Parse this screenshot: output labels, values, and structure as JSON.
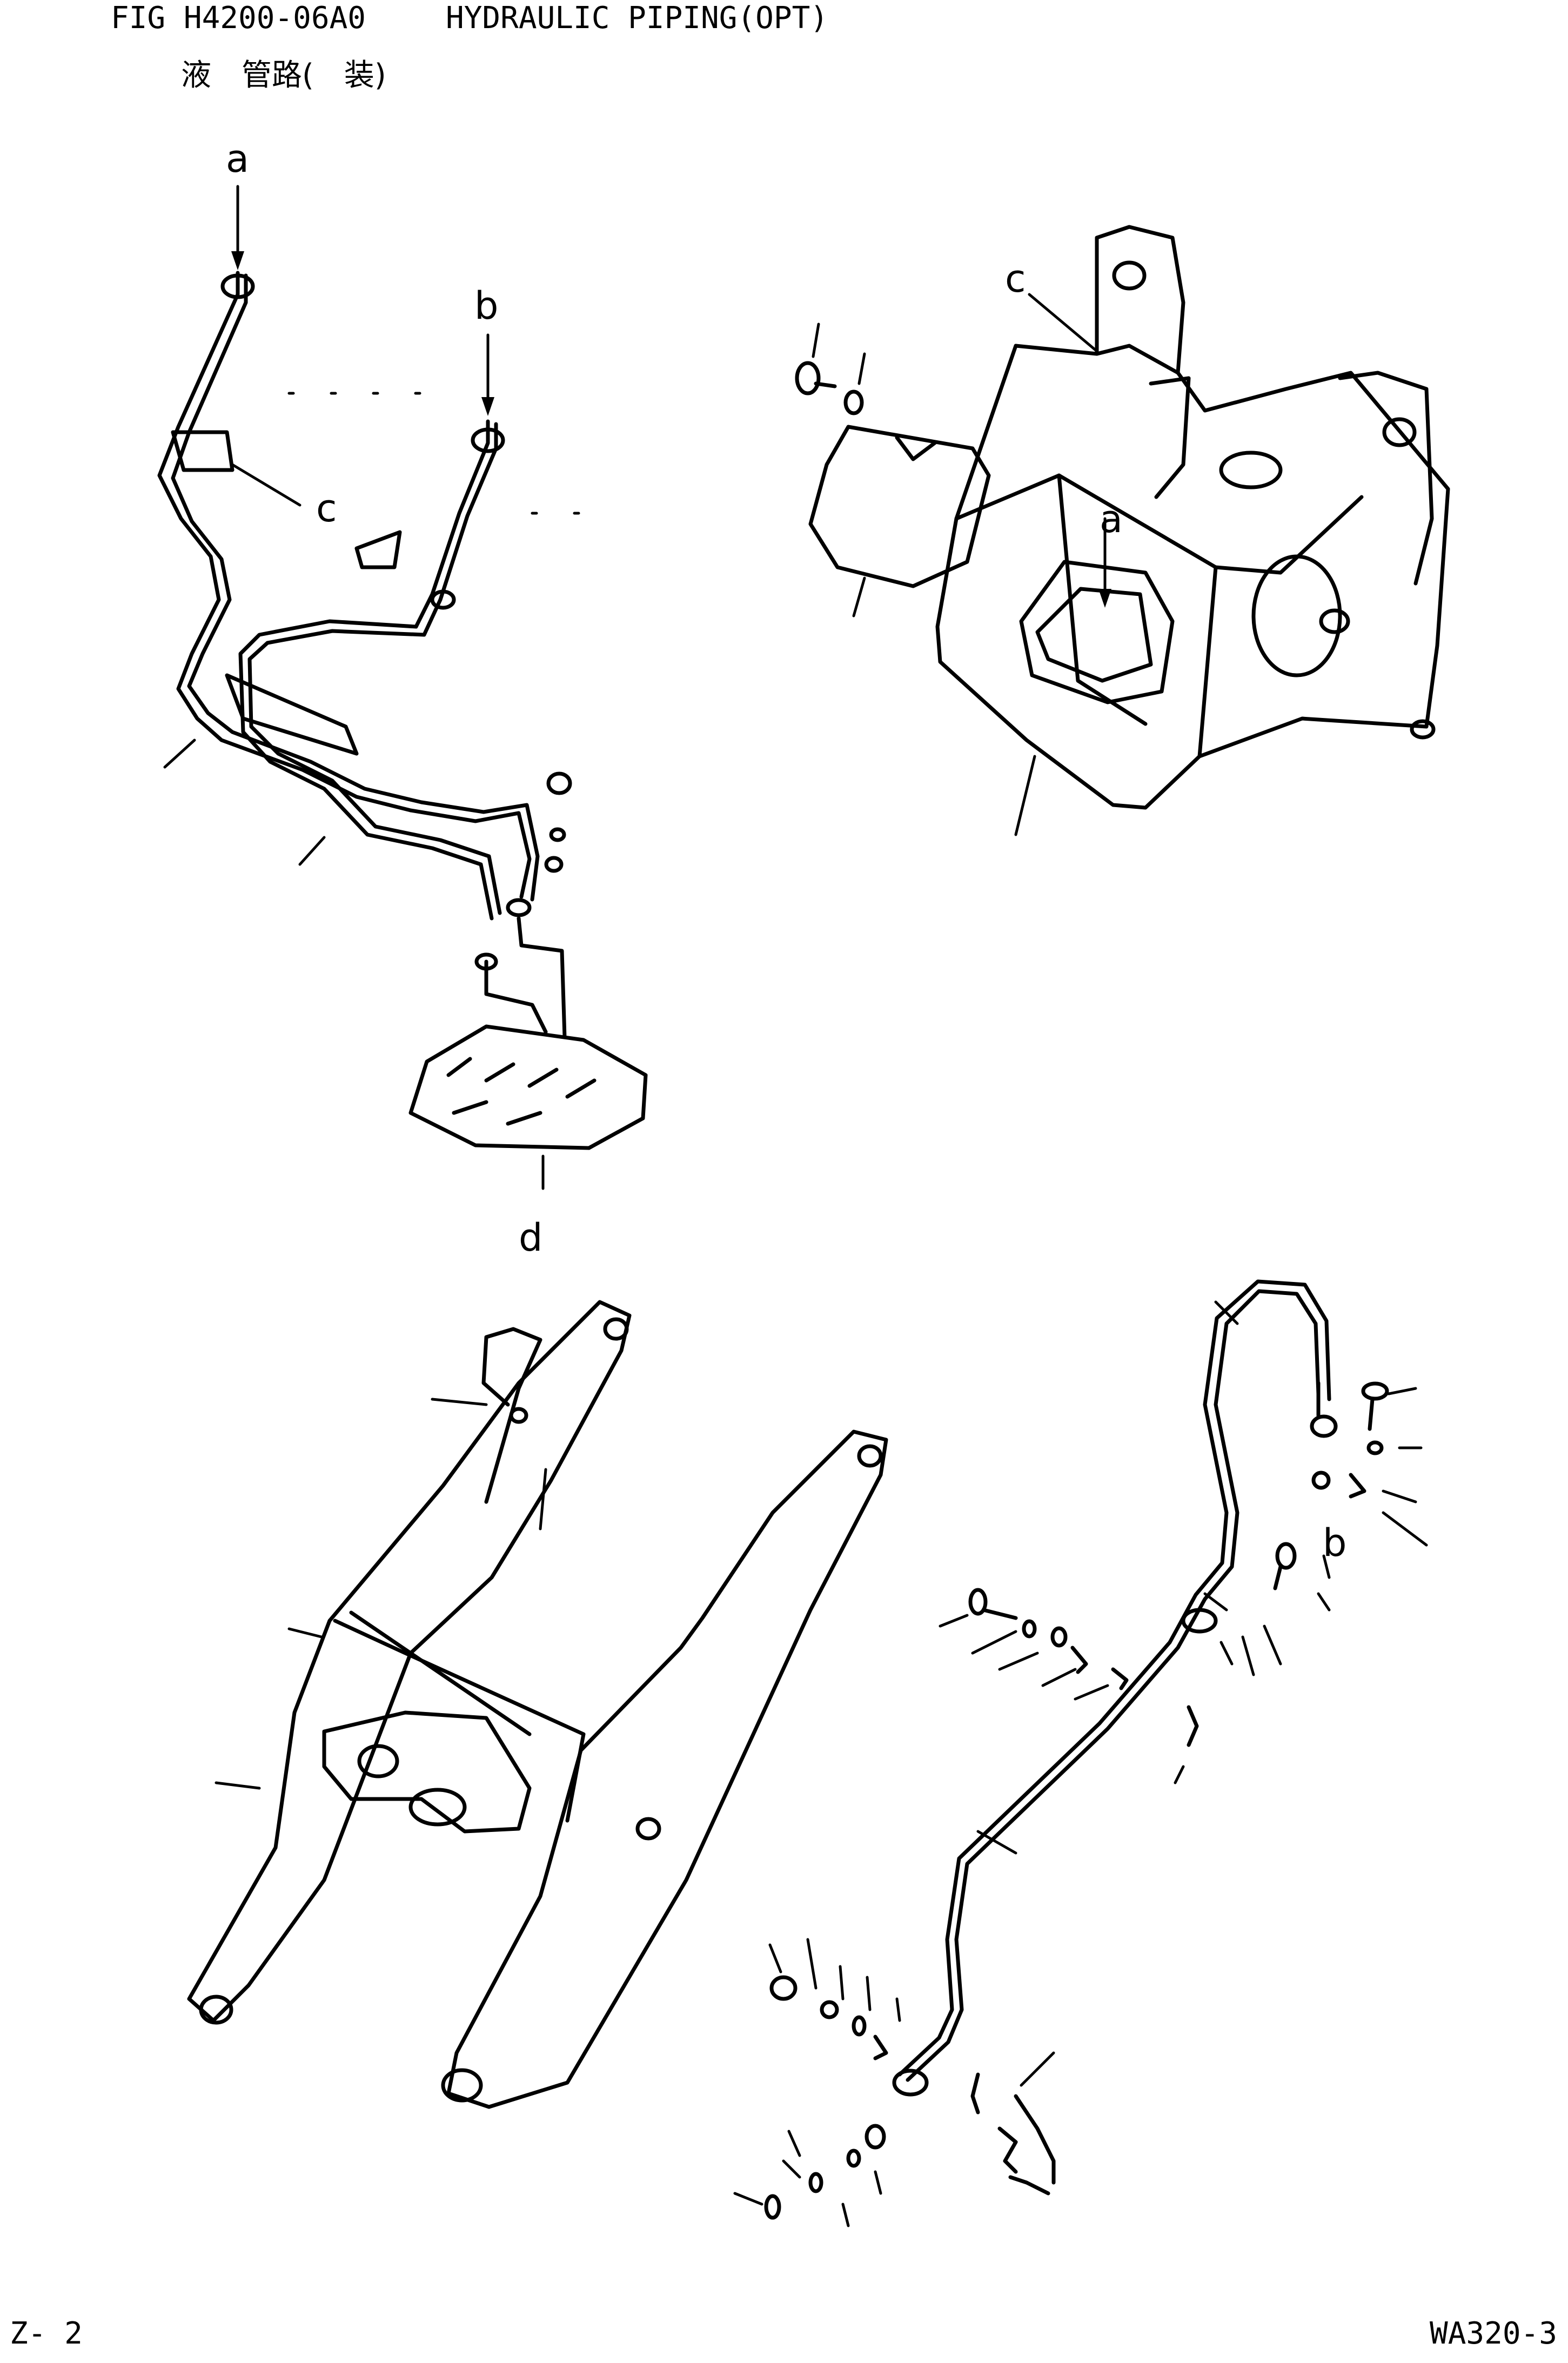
{
  "header": {
    "fig_code": "FIG H4200-06A0",
    "fig_title": "HYDRAULIC PIPING(OPT)",
    "fig_subtitle": "液　管路(　装)"
  },
  "callouts": {
    "a": "a",
    "b": "b",
    "c": "c",
    "d": "d"
  },
  "footer": {
    "page_id": "Z- 2",
    "model_id": "WA320-3"
  }
}
